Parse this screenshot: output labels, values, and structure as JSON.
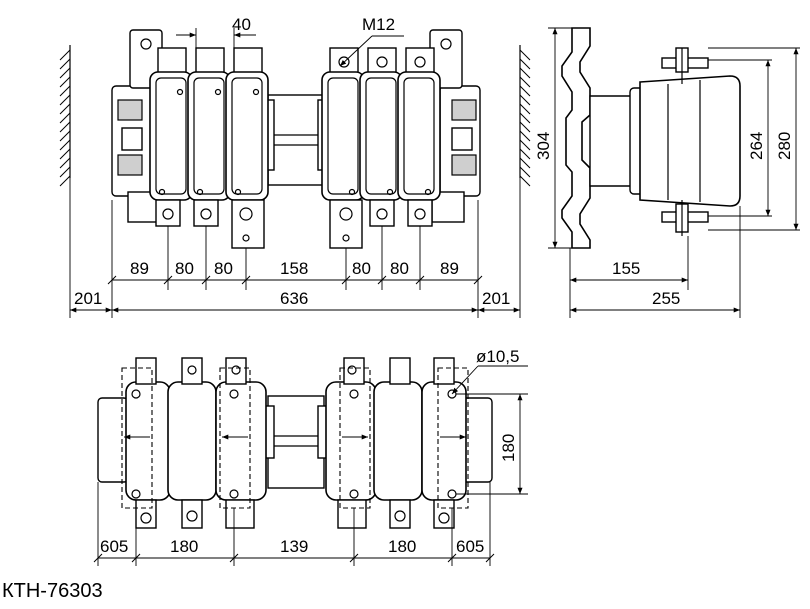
{
  "caption": "КТН-76303",
  "front_view": {
    "dims_top": {
      "pitch": "40",
      "thread": "M12"
    },
    "dims_bottom_row": [
      "89",
      "80",
      "80",
      "158",
      "80",
      "80",
      "89"
    ],
    "dims_overall": {
      "left_gap": "201",
      "total": "636",
      "right_gap": "201"
    }
  },
  "side_view": {
    "height": "304",
    "inner_height": "264",
    "outer_height": "280",
    "depth_short": "155",
    "depth_total": "255"
  },
  "plan_view": {
    "hole": "ø10,5",
    "height": "180",
    "dims_row": [
      "605",
      "180",
      "139",
      "180",
      "605"
    ]
  }
}
